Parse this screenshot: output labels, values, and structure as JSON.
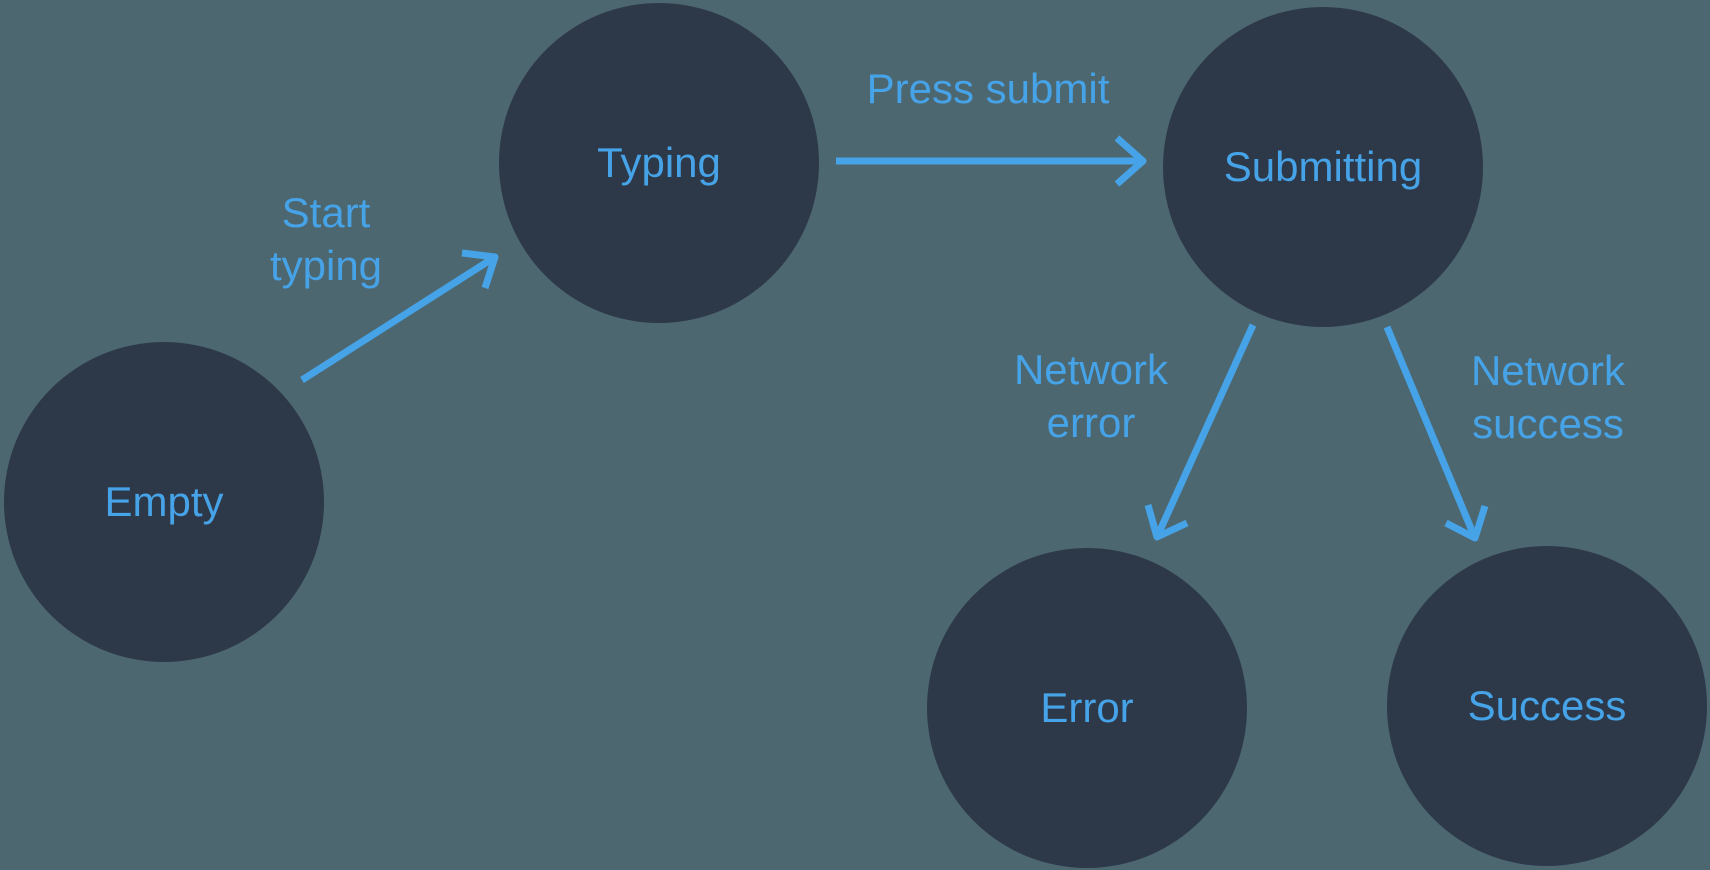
{
  "colors": {
    "background": "#4d6770",
    "node_fill": "#2d3948",
    "accent": "#46a3e8"
  },
  "diagram": {
    "type": "state-machine",
    "nodes": [
      {
        "id": "empty",
        "label": "Empty"
      },
      {
        "id": "typing",
        "label": "Typing"
      },
      {
        "id": "submitting",
        "label": "Submitting"
      },
      {
        "id": "error",
        "label": "Error"
      },
      {
        "id": "success",
        "label": "Success"
      }
    ],
    "edges": [
      {
        "id": "start-typing",
        "from": "empty",
        "to": "typing",
        "label_lines": [
          "Start",
          "typing"
        ]
      },
      {
        "id": "press-submit",
        "from": "typing",
        "to": "submitting",
        "label_lines": [
          "Press submit"
        ]
      },
      {
        "id": "network-error",
        "from": "submitting",
        "to": "error",
        "label_lines": [
          "Network",
          "error"
        ]
      },
      {
        "id": "network-success",
        "from": "submitting",
        "to": "success",
        "label_lines": [
          "Network",
          "success"
        ]
      }
    ]
  }
}
